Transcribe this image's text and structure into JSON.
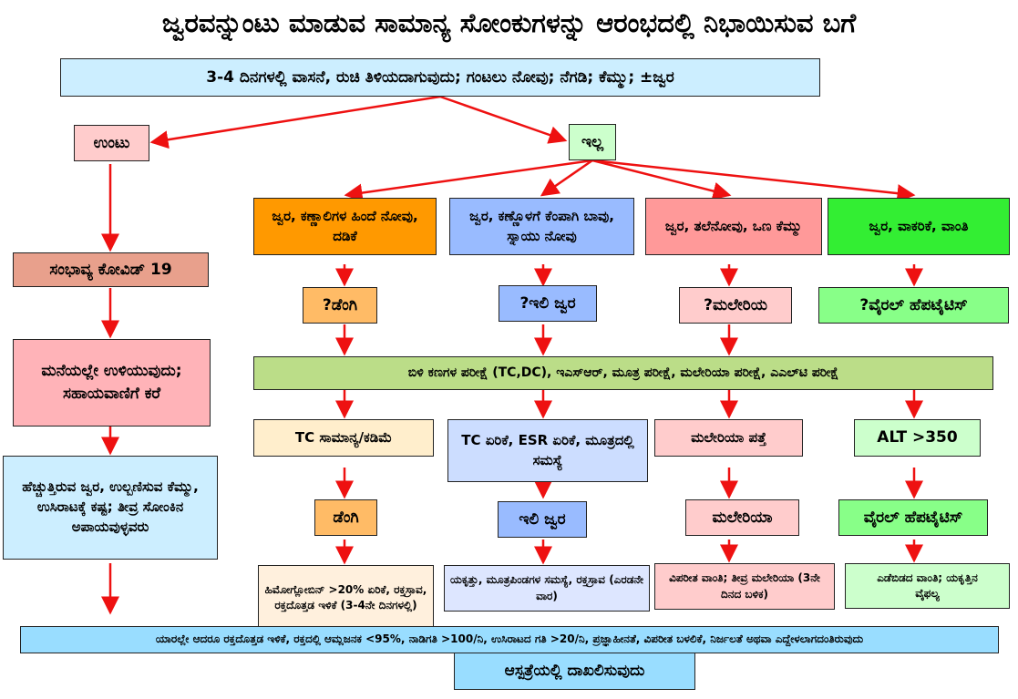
{
  "title": "ಜ್ವರವನ್ನುಂಟು ಮಾಡುವ ಸಾಮಾನ್ಯ ಸೋಂಕುಗಳನ್ನು ಆರಂಭದಲ್ಲಿ ನಿಭಾಯಿಸುವ ಬಗೆ",
  "start": "3-4 ದಿನಗಳಲ್ಲಿ ವಾಸನೆ, ರುಚಿ ತಿಳಿಯದಾಗುವುದು; ಗಂಟಲು ನೋವು; ನೆಗಡಿ; ಕೆಮ್ಮು; ±ಜ್ವರ",
  "yes": "ಉಂಟು",
  "no": "ಇಲ್ಲ",
  "covid": {
    "possible": "ಸಂಭಾವ್ಯ ಕೋವಿಡ್ 19",
    "home": "ಮನೆಯಲ್ಲೇ ಉಳಿಯುವುದು; ಸಹಾಯವಾಣಿಗೆ ಕರೆ",
    "warning": "ಹೆಚ್ಚುತ್ತಿರುವ ಜ್ವರ, ಉಲ್ಬಣಿಸುವ ಕೆಮ್ಮು, ಉಸಿರಾಟಕ್ಕೆ ಕಷ್ಟ; ತೀವ್ರ ಸೋಂಕಿನ ಅಪಾಯವುಳ್ಳವರು"
  },
  "branches": [
    {
      "symptoms": "ಜ್ವರ, ಕಣ್ಣಾಲಿಗಳ ಹಿಂದೆ ನೋವು, ದಡಿಕೆ",
      "suspect": "?ಡೆಂಗಿ",
      "result": "TC ಸಾಮಾನ್ಯ/ಕಡಿಮೆ",
      "diagnosis": "ಡೆಂಗಿ",
      "complications": "ಹಿಮೋಗ್ಲೋಬಿನ್ >20% ಏರಿಕೆ, ರಕ್ತಸ್ರಾವ, ರಕ್ತದೊತ್ತಡ ಇಳಿಕೆ (3-4ನೇ ದಿನಗಳಲ್ಲಿ)"
    },
    {
      "symptoms": "ಜ್ವರ, ಕಣ್ಣೊಳಗೆ ಕೆಂಪಾಗಿ ಬಾವು, ಸ್ನಾಯು ನೋವು",
      "suspect": "?ಇಲಿ ಜ್ವರ",
      "result": "TC ಏರಿಕೆ, ESR ಏರಿಕೆ, ಮೂತ್ರದಲ್ಲಿ ಸಮಸ್ಯೆ",
      "diagnosis": "ಇಲಿ ಜ್ವರ",
      "complications": "ಯಕೃತ್ತು, ಮೂತ್ರಪಿಂಡಗಳ ಸಮಸ್ಯೆ, ರಕ್ತಸ್ರಾವ (ಎರಡನೇ ವಾರ)"
    },
    {
      "symptoms": "ಜ್ವರ, ತಲೆನೋವು, ಒಣ ಕೆಮ್ಮು",
      "suspect": "?ಮಲೇರಿಯ",
      "result": "ಮಲೇರಿಯಾ ಪತ್ತೆ",
      "diagnosis": "ಮಲೇರಿಯಾ",
      "complications": "ವಿಪರೀತ ವಾಂತಿ; ತೀವ್ರ ಮಲೇರಿಯಾ (3ನೇ ದಿನದ ಬಳಿಕ)"
    },
    {
      "symptoms": "ಜ್ವರ, ವಾಕರಿಕೆ, ವಾಂತಿ",
      "suspect": "?ವೈರಲ್ ಹೆಪಟೈಟಿಸ್",
      "result": "ALT >350",
      "diagnosis": "ವೈರಲ್ ಹೆಪಟೈಟಿಸ್",
      "complications": "ಎಡೆಬಿಡದ ವಾಂತಿ; ಯಕೃತ್ತಿನ ವೈಫಲ್ಯ"
    }
  ],
  "tests": "ಬಿಳಿ ಕಣಗಳ ಪರೀಕ್ಷೆ (TC,DC), ಇಎಸ್‌ಆರ್, ಮೂತ್ರ ಪರೀಕ್ಷೆ, ಮಲೇರಿಯಾ ಪರೀಕ್ಷೆ, ಎಎಲ್‌ಟಿ ಪರೀಕ್ಷೆ",
  "danger": "ಯಾರಲ್ಲೇ ಆದರೂ ರಕ್ತದೊತ್ತಡ ಇಳಿಕೆ, ರಕ್ತದಲ್ಲಿ ಆಮ್ಲಜನಕ <95%, ನಾಡಿಗತಿ >100/ನಿ, ಉಸಿರಾಟದ ಗತಿ >20/ನಿ, ಪ್ರಜ್ಞಾಹೀನತೆ, ವಿಪರೀತ ಬಳಲಿಕೆ, ನಿರ್ಜಲತೆ ಅಥವಾ ಎದ್ದೇಳಲಾಗದಂತಿರುವುದು",
  "admit": "ಆಸ್ಪತ್ರೆಯಲ್ಲಿ ದಾಖಲಿಸುವುದು",
  "colors": {
    "arrow": "#ee1111"
  }
}
